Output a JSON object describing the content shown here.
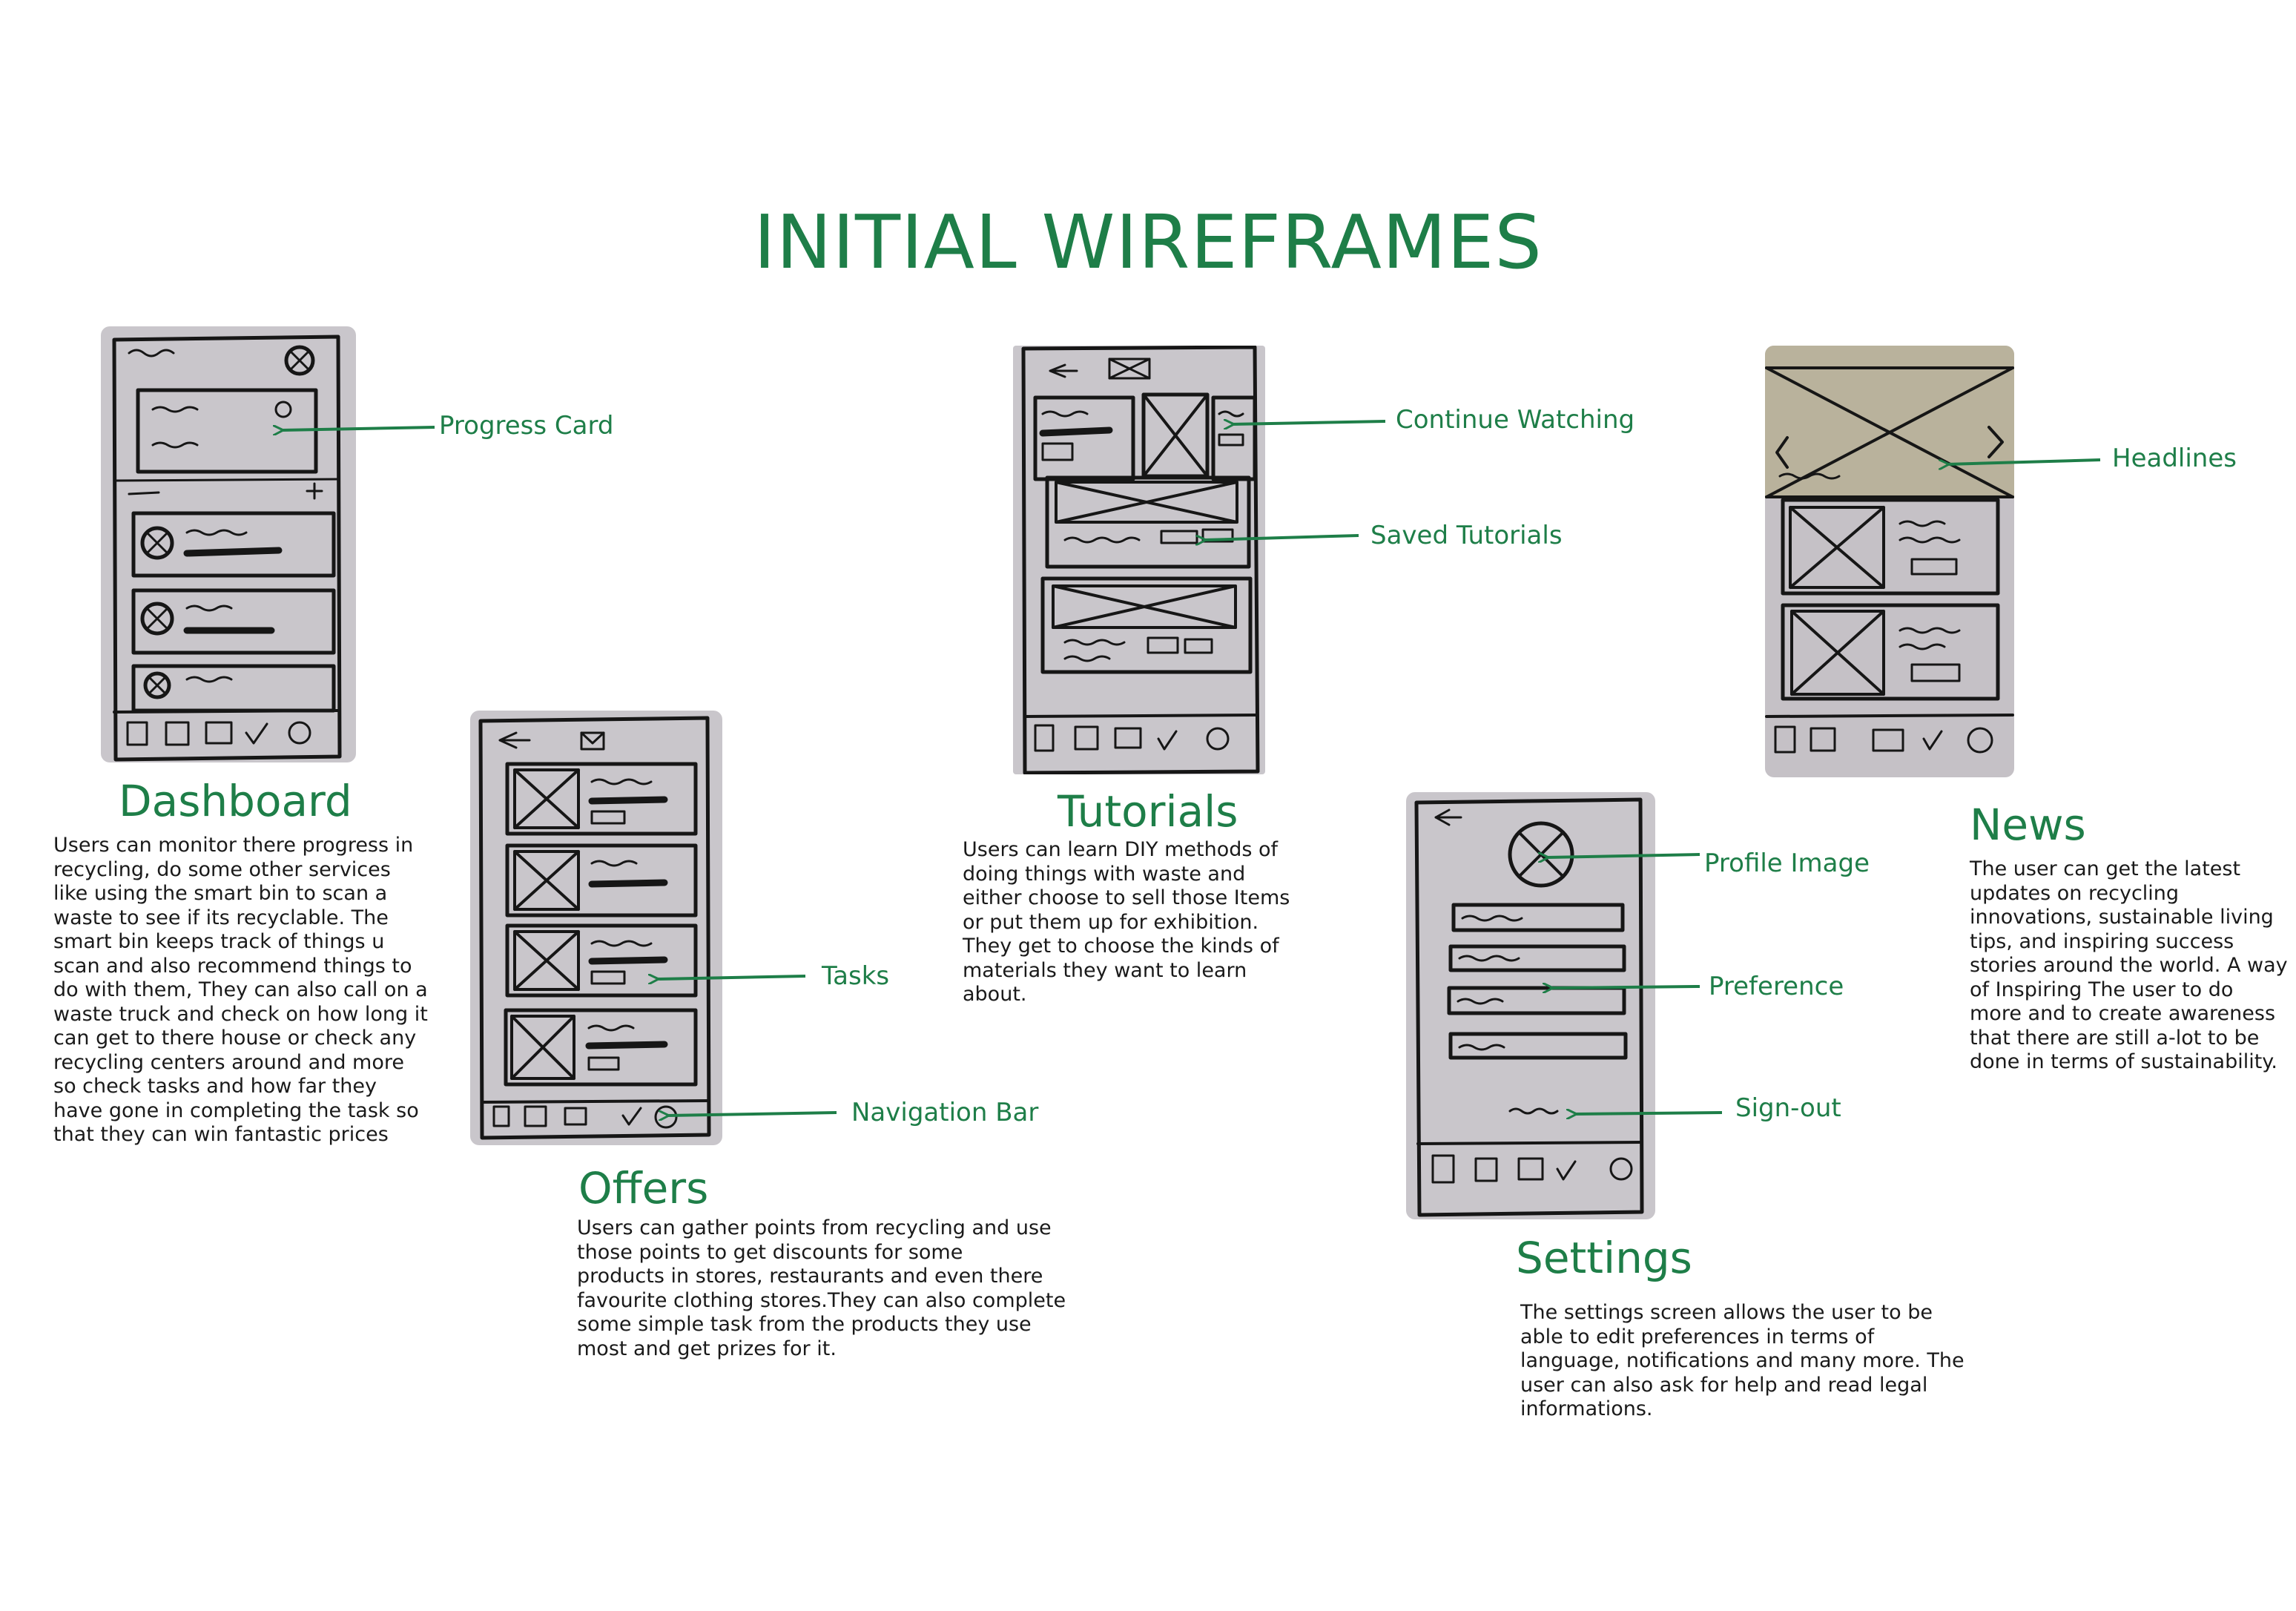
{
  "title": "INITIAL WIREFRAMES",
  "accent_color": "#1e7e48",
  "sections": {
    "dashboard": {
      "heading": "Dashboard",
      "description": "Users can monitor there progress in\nrecycling, do some other services\nlike using the smart bin to scan a\nwaste to see if its recyclable. The\nsmart bin keeps track of things u\nscan and also recommend things to\ndo with them, They can also call on a\nwaste truck and check on how long it\ncan get to there house or check any\nrecycling centers around and more\nso check tasks and how far they\nhave gone in completing the task so\nthat they can win fantastic prices",
      "labels": [
        "Progress Card"
      ]
    },
    "offers": {
      "heading": "Offers",
      "description": "Users can gather points from recycling and use\nthose points to get discounts for some\nproducts in stores, restaurants and even there\nfavourite clothing stores.They can also complete\nsome simple task from the products they use\nmost and get prizes for it.",
      "labels": [
        "Tasks",
        "Navigation Bar"
      ]
    },
    "tutorials": {
      "heading": "Tutorials",
      "description": "Users can learn DIY methods of\ndoing things with waste and\neither choose to sell those Items\nor put them up for exhibition.\nThey get to choose the kinds of\nmaterials they want to learn\nabout.",
      "labels": [
        "Continue Watching",
        "Saved Tutorials"
      ]
    },
    "settings": {
      "heading": "Settings",
      "description": "The settings screen allows the user to be\nable to edit preferences in terms of\nlanguage, notifications and many more. The\nuser can also ask for help and read legal\ninformations.",
      "labels": [
        "Profile Image",
        "Preference",
        "Sign-out"
      ]
    },
    "news": {
      "heading": "News",
      "description": "The user can get the latest\nupdates on recycling\ninnovations, sustainable living\ntips, and inspiring success\nstories around the world. A way\nof Inspiring The user to do\nmore and to create awareness\nthat there are still a-lot to be\ndone in terms of sustainability.",
      "labels": [
        "Headlines"
      ]
    }
  }
}
